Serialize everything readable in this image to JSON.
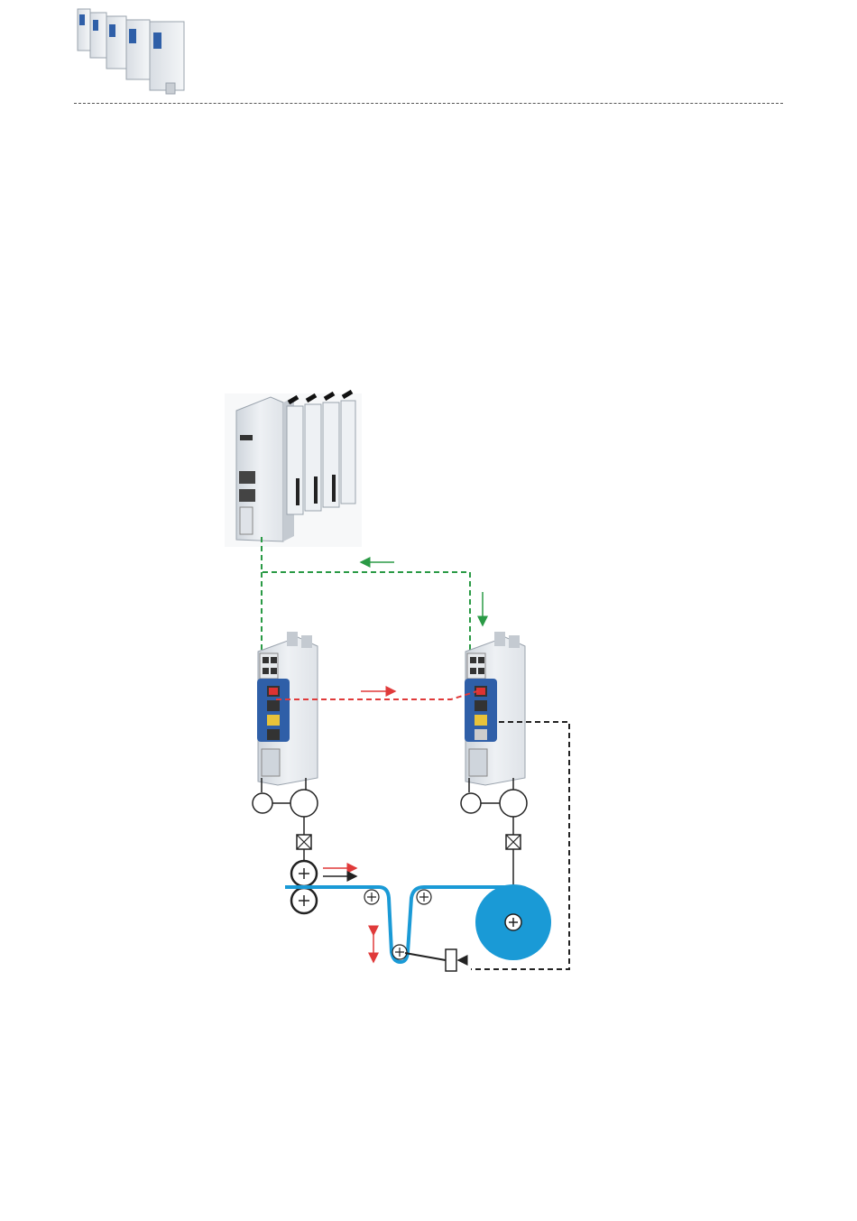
{
  "header": {
    "product_image": "inverter-family-photo"
  },
  "diagram": {
    "controller": "controller-with-io-modules",
    "drives": [
      "drive-left",
      "drive-right"
    ],
    "colors": {
      "fieldbus": "#2a9a45",
      "cross_communication": "#e03a3a",
      "material_web": "#1a9ad6",
      "sensor_line": "#222222",
      "drive_blue": "#2f5fa8",
      "drive_yellow": "#e8c33a"
    },
    "icons": [
      "motor-icon",
      "encoder-icon",
      "gearbox-icon",
      "roller-icon",
      "dancer-sensor-icon",
      "arrow-icon"
    ]
  }
}
